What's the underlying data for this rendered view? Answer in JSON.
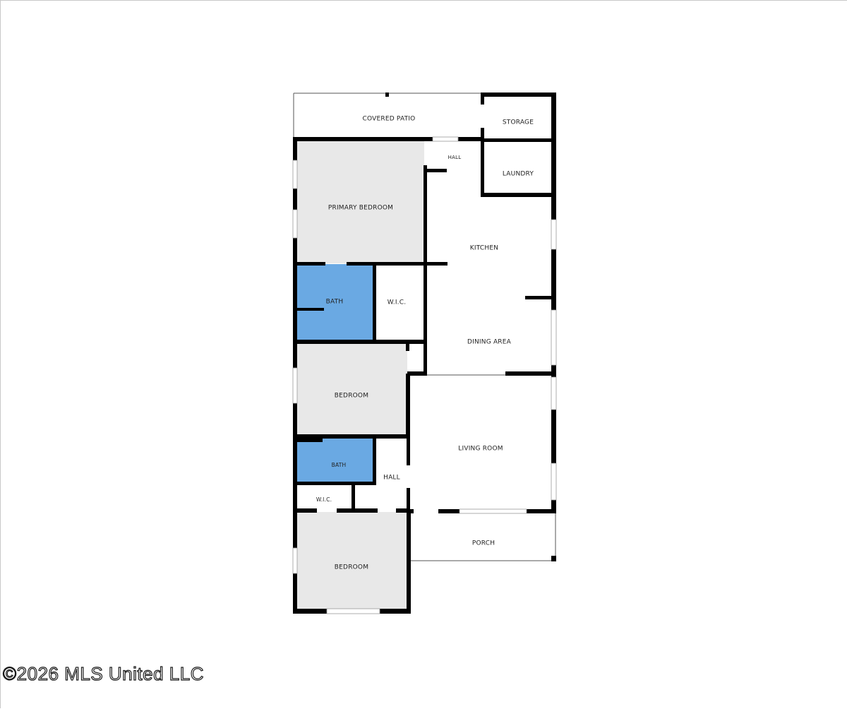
{
  "colors": {
    "wall": "#000000",
    "bedroom_fill": "#e8e8e8",
    "bath_fill": "#6aa9e3",
    "background": "#ffffff"
  },
  "rooms": {
    "covered_patio": "COVERED PATIO",
    "storage": "STORAGE",
    "hall_top": "HALL",
    "laundry": "LAUNDRY",
    "primary_bedroom": "PRIMARY BEDROOM",
    "kitchen": "KITCHEN",
    "bath_primary": "BATH",
    "wic_primary": "W.I.C.",
    "dining_area": "DINING AREA",
    "bedroom_2": "BEDROOM",
    "living_room": "LIVING ROOM",
    "bath_2": "BATH",
    "hall_bottom": "HALL",
    "wic_2": "W.I.C.",
    "porch": "PORCH",
    "bedroom_3": "BEDROOM"
  },
  "watermark": "©2026 MLS United LLC"
}
